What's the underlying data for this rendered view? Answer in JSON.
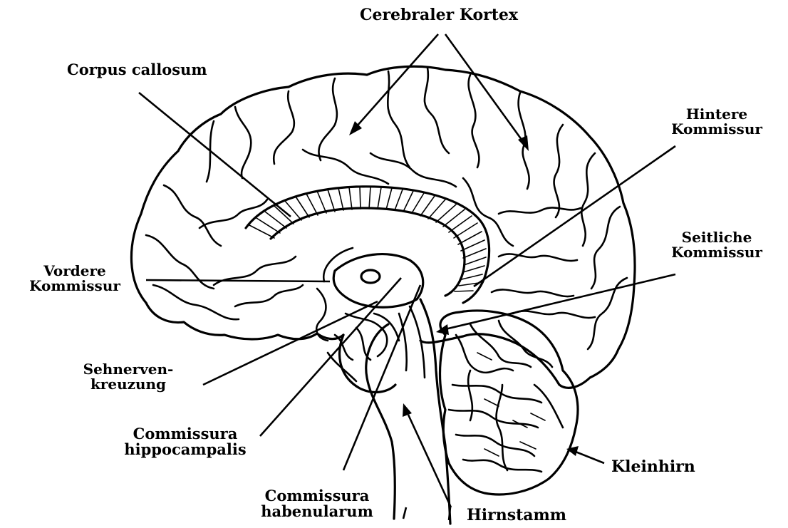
{
  "labels": {
    "cerebral_cortex": "Cerebraler Kortex",
    "corpus_callosum": "Corpus callosum",
    "posterior_commissure": "Hintere\nKommissur",
    "lateral_commissure": "Seitliche\nKommissur",
    "anterior_commissure": "Vordere\nKommissur",
    "optic_chiasm": "Sehnerven-\nkreuzung",
    "hippocampal_commissure": "Commissura\nhippocampalis",
    "habenular_commissure": "Commissura\nhabenularum",
    "brainstem": "Hirnstamm",
    "cerebellum": "Kleinhirn"
  }
}
